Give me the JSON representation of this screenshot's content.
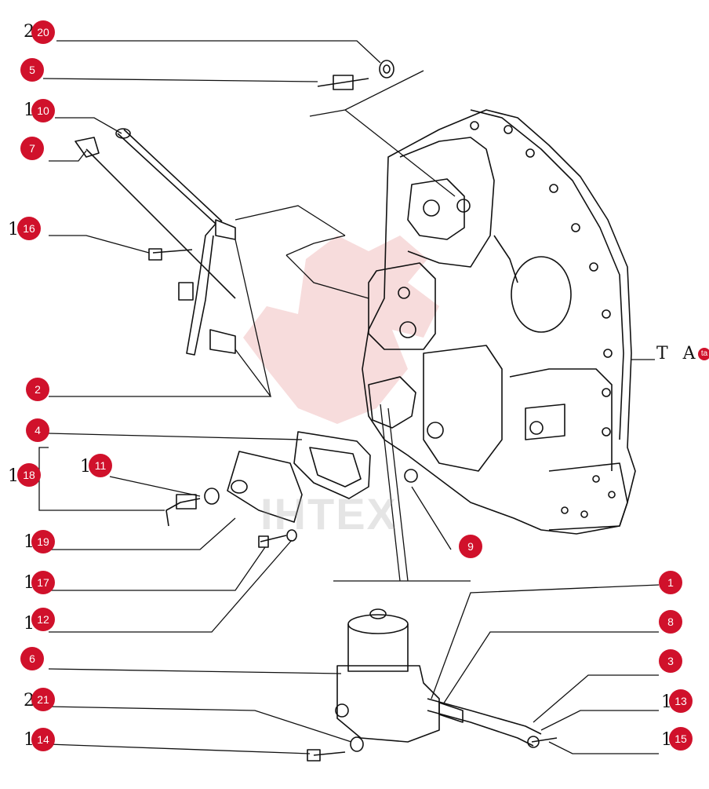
{
  "callouts": [
    {
      "id": "20",
      "prefix": "2",
      "badge": "20"
    },
    {
      "id": "5",
      "prefix": "",
      "badge": "5"
    },
    {
      "id": "10",
      "prefix": "1",
      "badge": "10"
    },
    {
      "id": "7",
      "prefix": "",
      "badge": "7"
    },
    {
      "id": "16",
      "prefix": "1",
      "badge": "16"
    },
    {
      "id": "2",
      "prefix": "",
      "badge": "2"
    },
    {
      "id": "4",
      "prefix": "",
      "badge": "4"
    },
    {
      "id": "18",
      "prefix": "1",
      "badge": "18"
    },
    {
      "id": "11",
      "prefix": "1",
      "badge": "11"
    },
    {
      "id": "19",
      "prefix": "1",
      "badge": "19"
    },
    {
      "id": "17",
      "prefix": "1",
      "badge": "17"
    },
    {
      "id": "12",
      "prefix": "1",
      "badge": "12"
    },
    {
      "id": "6",
      "prefix": "",
      "badge": "6"
    },
    {
      "id": "21",
      "prefix": "2",
      "badge": "21"
    },
    {
      "id": "14",
      "prefix": "1",
      "badge": "14"
    },
    {
      "id": "9",
      "prefix": "",
      "badge": "9"
    },
    {
      "id": "1",
      "prefix": "",
      "badge": "1"
    },
    {
      "id": "8",
      "prefix": "",
      "badge": "8"
    },
    {
      "id": "3",
      "prefix": "",
      "badge": "3"
    },
    {
      "id": "13",
      "prefix": "1",
      "badge": "13"
    },
    {
      "id": "15",
      "prefix": "1",
      "badge": "15"
    }
  ],
  "ta": {
    "text": "T A",
    "badge": "ta"
  },
  "watermark": {
    "text": "IHTEX"
  },
  "colors": {
    "badge": "#d0112b",
    "line": "#111111",
    "watermark": "#e89a9a"
  }
}
